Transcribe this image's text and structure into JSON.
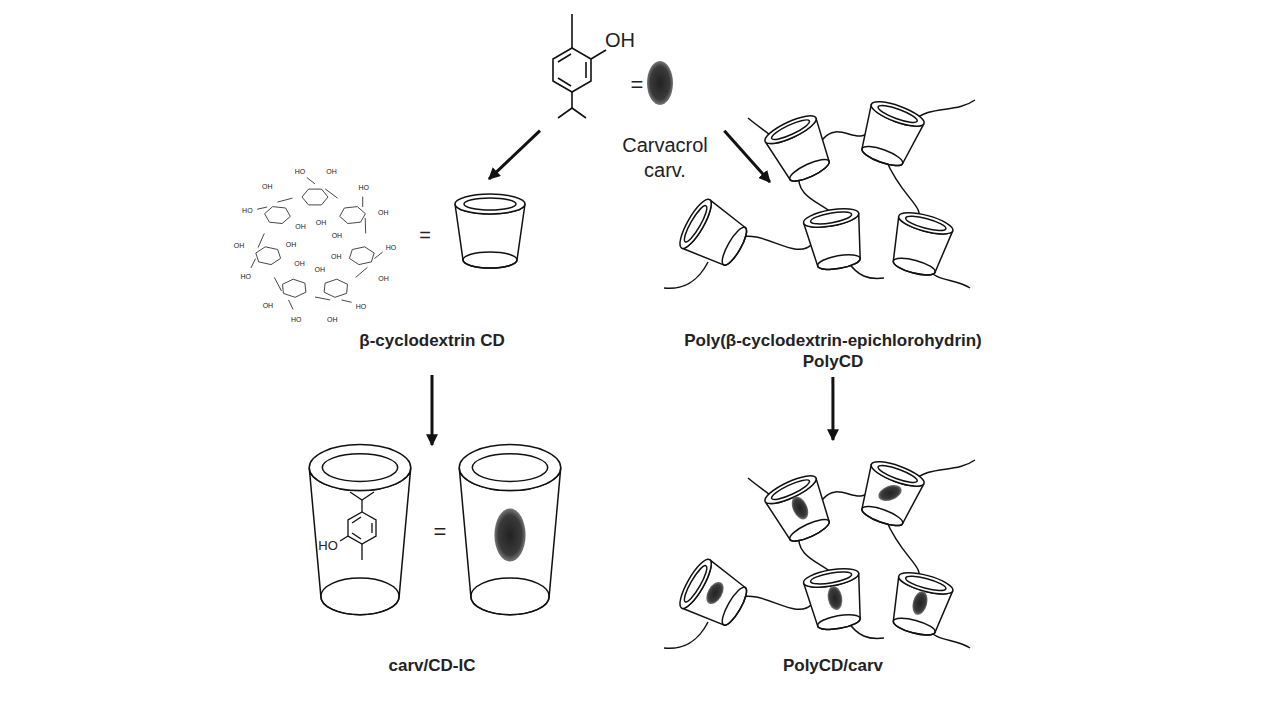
{
  "diagram": {
    "nodes": [
      {
        "text": [
          "Carvacrol carv."
        ]
      },
      {
        "text": [
          "β-cyclodextrin CD"
        ]
      },
      {
        "text": [
          "Poly(β-cyclodextrin-epichlorohydrin) PolyCD"
        ]
      },
      {
        "text": [
          "carv/CD-IC"
        ]
      },
      {
        "text": [
          "PolyCD/carv"
        ]
      }
    ],
    "edges": [
      {
        "from": 0,
        "to": 1,
        "arrow": "to"
      },
      {
        "from": 0,
        "to": 2,
        "arrow": "to"
      },
      {
        "from": 1,
        "to": 3,
        "arrow": "to"
      },
      {
        "from": 2,
        "to": 4,
        "arrow": "to"
      }
    ],
    "labels": [
      "OH",
      "=",
      "HO",
      "OH",
      "OH",
      "HO",
      "OH",
      "OH",
      "HO",
      "OH",
      "OH",
      "HO",
      "OH",
      "OH",
      "HO",
      "OH",
      "OH",
      "HO",
      "OH",
      "OH",
      "HO",
      "OH",
      "OH",
      "=",
      "HO",
      "="
    ]
  }
}
